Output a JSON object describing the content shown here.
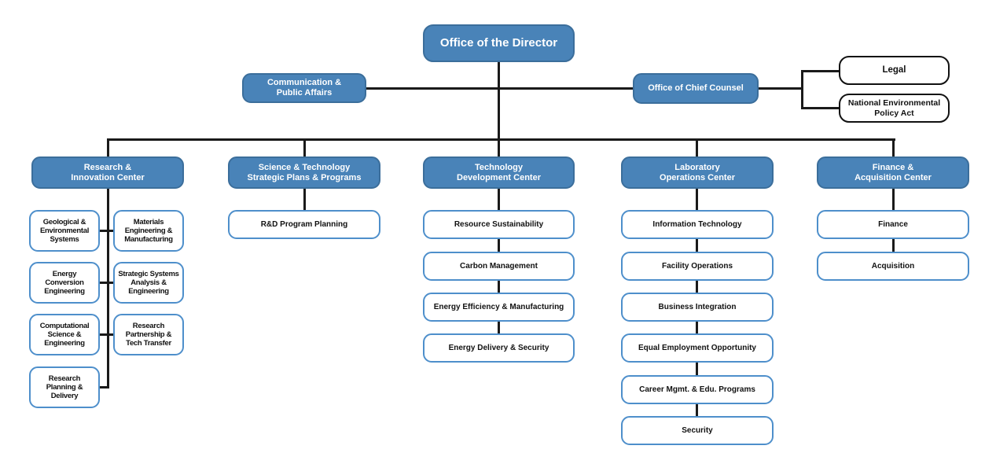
{
  "root": {
    "label": "Office of the Director"
  },
  "staff_row": {
    "communication": {
      "label": "Communication &\nPublic Affairs"
    },
    "chief_counsel": {
      "label": "Office of Chief Counsel"
    },
    "legal": {
      "label": "Legal"
    },
    "nepa": {
      "label": "National Environmental\nPolicy Act"
    }
  },
  "centers": [
    {
      "label": "Research &\nInnovation Center",
      "children_left": [
        "Geological &\nEnvironmental\nSystems",
        "Energy\nConversion\nEngineering",
        "Computational\nScience &\nEngineering",
        "Research\nPlanning &\nDelivery"
      ],
      "children_right": [
        "Materials\nEngineering &\nManufacturing",
        "Strategic Systems\nAnalysis &\nEngineering",
        "Research\nPartnership &\nTech Transfer"
      ]
    },
    {
      "label": "Science & Technology\nStrategic Plans & Programs",
      "children": [
        "R&D Program Planning"
      ]
    },
    {
      "label": "Technology\nDevelopment Center",
      "children": [
        "Resource Sustainability",
        "Carbon Management",
        "Energy Efficiency & Manufacturing",
        "Energy Delivery & Security"
      ]
    },
    {
      "label": "Laboratory\nOperations Center",
      "children": [
        "Information Technology",
        "Facility Operations",
        "Business Integration",
        "Equal Employment Opportunity",
        "Career Mgmt. & Edu. Programs",
        "Security"
      ]
    },
    {
      "label": "Finance &\nAcquisition Center",
      "children": [
        "Finance",
        "Acquisition"
      ]
    }
  ],
  "colors": {
    "node_fill": "#4983B8",
    "node_border": "#3B6E9B",
    "child_border": "#4E8FCB",
    "connector": "#1A1A1A"
  }
}
